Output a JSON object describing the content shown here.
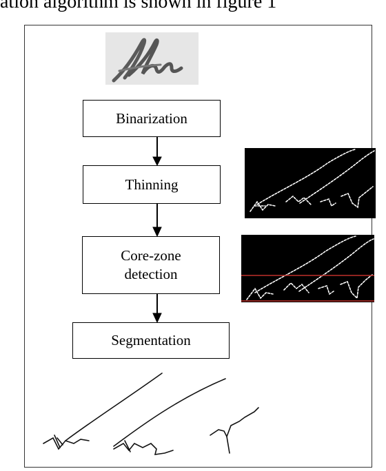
{
  "header_text": "ation algorithm is shown in figure 1",
  "diagram": {
    "steps": [
      {
        "label": "Binarization"
      },
      {
        "label": "Thinning"
      },
      {
        "label": "Core-zone\ndetection"
      },
      {
        "label": "Segmentation"
      }
    ],
    "images": {
      "input_sample": "handwritten-word-image",
      "thinned": "thinned-skeleton-image",
      "core_zone": "core-zone-lines-image",
      "segments": "segmented-strokes-image"
    },
    "colors": {
      "core_zone_line": "#c0302a",
      "skeleton": "#ffffff",
      "ink": "#555555"
    }
  }
}
